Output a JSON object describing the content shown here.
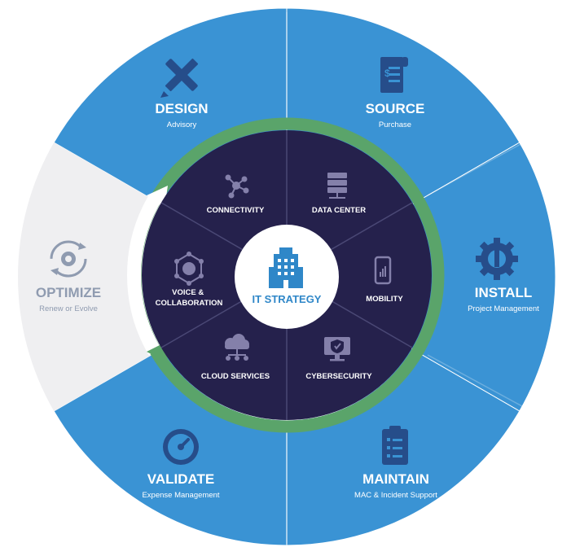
{
  "colors": {
    "outer_blue": "#3a93d4",
    "outer_active": "#efeff1",
    "green_ring": "#5aa46a",
    "inner_navy": "#25214c",
    "divider": "#4a4875",
    "center_white": "#ffffff",
    "accent_blue": "#2f87c8",
    "muted_gray": "#8f9bb0"
  },
  "center": {
    "label": "IT STRATEGY",
    "icon": "building-icon"
  },
  "outer_segments": [
    {
      "id": "design",
      "title": "DESIGN",
      "subtitle": "Advisory",
      "icon": "pencil-ruler-icon"
    },
    {
      "id": "source",
      "title": "SOURCE",
      "subtitle": "Purchase",
      "icon": "receipt-icon"
    },
    {
      "id": "install",
      "title": "INSTALL",
      "subtitle": "Project Management",
      "icon": "gear-wrench-icon"
    },
    {
      "id": "maintain",
      "title": "MAINTAIN",
      "subtitle": "MAC & Incident Support",
      "icon": "clipboard-checklist-icon"
    },
    {
      "id": "validate",
      "title": "VALIDATE",
      "subtitle": "Expense Management",
      "icon": "speedometer-icon"
    },
    {
      "id": "optimize",
      "title": "OPTIMIZE",
      "subtitle": "Renew or Evolve",
      "icon": "refresh-gear-icon"
    }
  ],
  "inner_segments": [
    {
      "id": "connectivity",
      "label": "CONNECTIVITY",
      "icon": "network-hub-icon"
    },
    {
      "id": "data-center",
      "label": "DATA CENTER",
      "icon": "server-rack-icon"
    },
    {
      "id": "mobility",
      "label": "MOBILITY",
      "icon": "smartphone-icon"
    },
    {
      "id": "cybersecurity",
      "label": "CYBERSECURITY",
      "icon": "shield-monitor-icon"
    },
    {
      "id": "cloud",
      "label": "CLOUD SERVICES",
      "icon": "cloud-network-icon"
    },
    {
      "id": "voice",
      "label": "VOICE & COLLABORATION",
      "icon": "phone-network-icon"
    }
  ]
}
